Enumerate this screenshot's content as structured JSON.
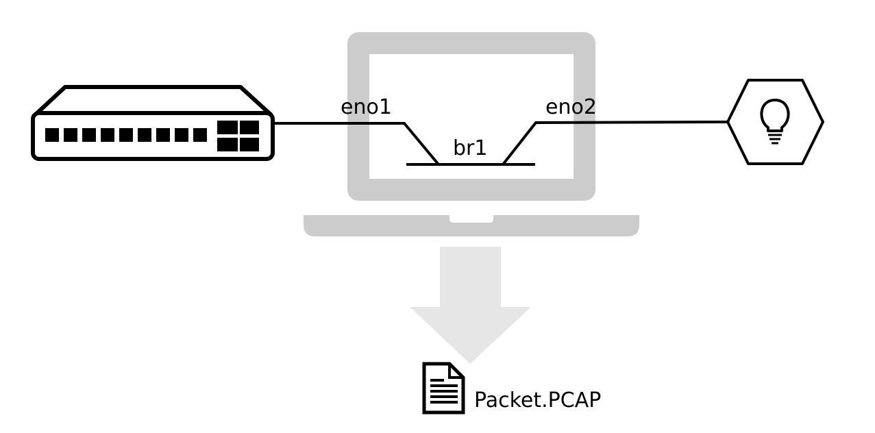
{
  "diagram": {
    "labels": {
      "eno1": "eno1",
      "eno2": "eno2",
      "br1": "br1",
      "file": "Packet.PCAP"
    },
    "icons": {
      "switch": "network-switch-icon",
      "laptop": "laptop-icon",
      "iot_device": "lightbulb-hexagon-icon",
      "capture_arrow": "down-arrow-icon",
      "file": "document-icon"
    },
    "colors": {
      "line": "#000000",
      "laptop": "#cccccc",
      "arrow": "#e6e6e6",
      "background": "#ffffff"
    }
  }
}
